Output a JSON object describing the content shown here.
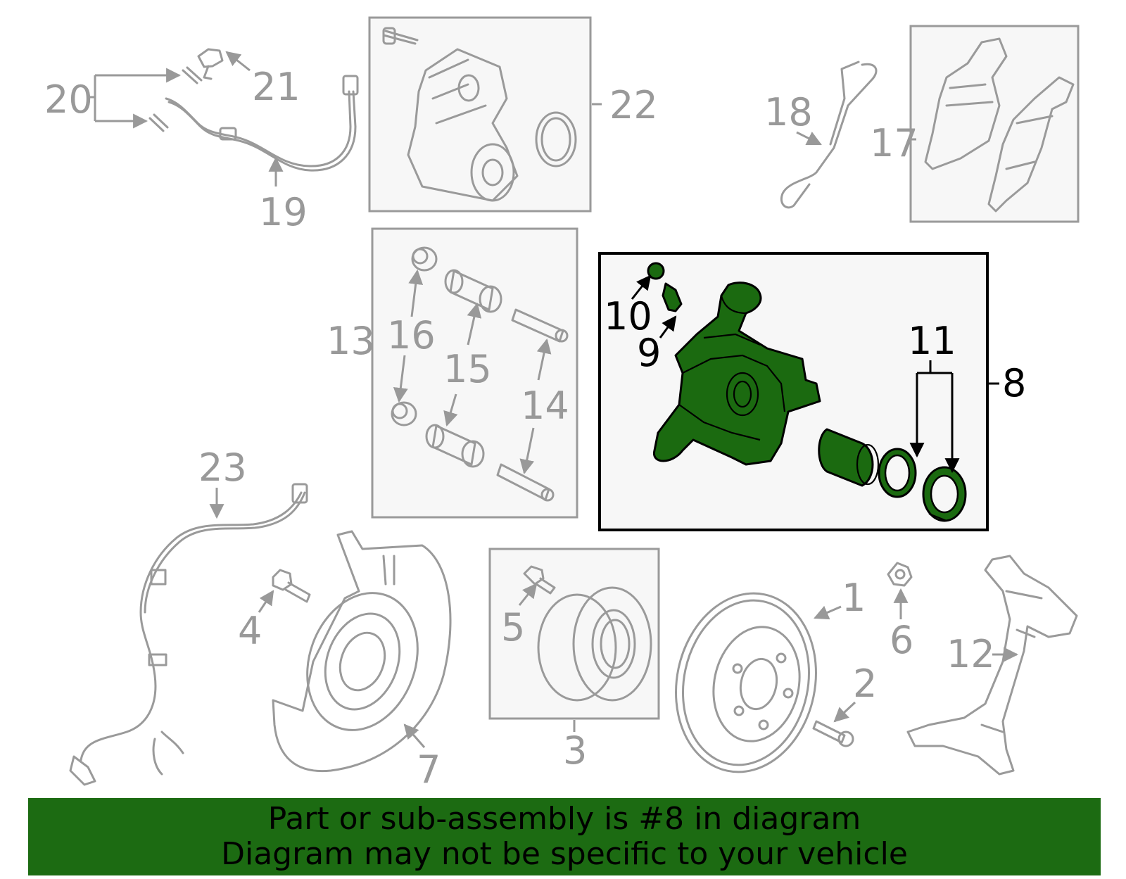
{
  "callouts": {
    "c1": "1",
    "c2": "2",
    "c3": "3",
    "c4": "4",
    "c5": "5",
    "c6": "6",
    "c7": "7",
    "c8": "8",
    "c9": "9",
    "c10": "10",
    "c11": "11",
    "c12": "12",
    "c13": "13",
    "c14": "14",
    "c15": "15",
    "c16": "16",
    "c17": "17",
    "c18": "18",
    "c19": "19",
    "c20": "20",
    "c21": "21",
    "c22": "22",
    "c23": "23"
  },
  "highlighted_part": "8",
  "colors": {
    "highlight_fill": "#1b6a10",
    "banner_bg": "#1c6b12",
    "part_stroke": "#9a9a9a"
  },
  "banner": {
    "line1": "Part or sub-assembly is #8 in diagram",
    "line2": "Diagram may not be specific to your vehicle"
  }
}
